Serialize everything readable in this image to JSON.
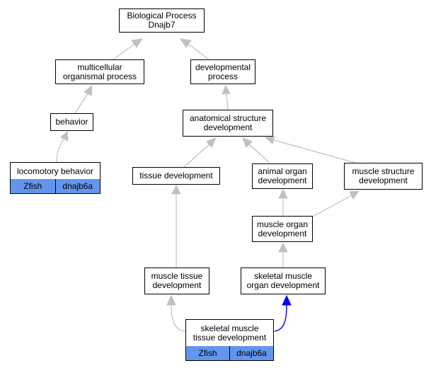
{
  "colors": {
    "edge": "#c0c0c0",
    "highlight_edge": "#0000ff",
    "gene_cell": "#6495ed",
    "node_border": "#000000"
  },
  "nodes": {
    "biological_process": "Biological Process\nDnajb7",
    "multicellular_organismal_process": "multicellular\norganismal process",
    "developmental_process": "developmental\nprocess",
    "behavior": "behavior",
    "anatomical_structure_development": "anatomical structure\ndevelopment",
    "tissue_development": "tissue development",
    "animal_organ_development": "animal organ\ndevelopment",
    "muscle_structure_development": "muscle structure\ndevelopment",
    "muscle_organ_development": "muscle organ\ndevelopment",
    "muscle_tissue_development": "muscle tissue\ndevelopment",
    "skeletal_muscle_organ_development": "skeletal muscle\norgan development"
  },
  "gene_nodes": {
    "locomotory_behavior": {
      "title": "locomotory behavior",
      "species": "Zfish",
      "gene": "dnajb6a"
    },
    "skeletal_muscle_tissue_development": {
      "title": "skeletal muscle\ntissue development",
      "species": "Zfish",
      "gene": "dnajb6a"
    }
  }
}
